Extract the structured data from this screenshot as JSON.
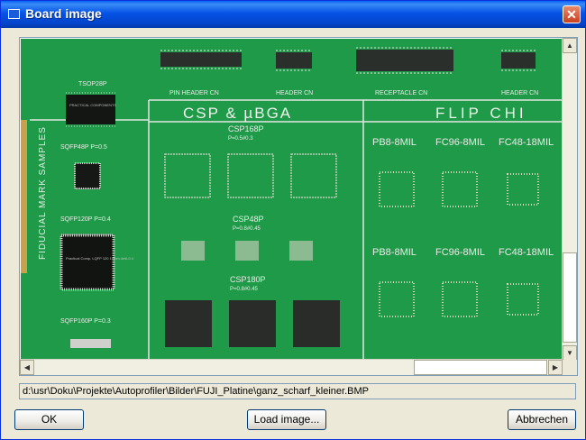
{
  "window": {
    "title": "Board image"
  },
  "board": {
    "top_labels": [
      "PIN HEADER CN",
      "HEADER CN",
      "RECEPTACLE CN",
      "HEADER CN"
    ],
    "left_labels": [
      "TSOP28P",
      "SQFP48P P=0.5",
      "SQFP120P P=0.4",
      "SQFP160P P=0.3"
    ],
    "side_label": "FIDUCIAL MARK SAMPLES",
    "chip_text": {
      "tsop": "PRACTICAL COMPONENTS",
      "qfp": "Practical Comp. LQFP 120 14mm.4mil-0.4"
    },
    "section1": {
      "title": "CSP & µBGA",
      "groups": [
        {
          "name": "CSP168P",
          "pitch": "P=0.5#0.3"
        },
        {
          "name": "CSP48P",
          "pitch": "P=0.8#0.45"
        },
        {
          "name": "CSP180P",
          "pitch": "P=0.8#0.45"
        }
      ]
    },
    "section2": {
      "title": "FLIP CHI",
      "labels": [
        "PB8-8MIL",
        "FC96-8MIL",
        "FC48-18MIL",
        "PB8-8MIL",
        "FC96-8MIL",
        "FC48-18MIL"
      ]
    }
  },
  "path": "d:\\usr\\Doku\\Projekte\\Autoprofiler\\Bilder\\FUJI_Platine\\ganz_scharf_kleiner.BMP",
  "buttons": {
    "ok": "OK",
    "load": "Load image...",
    "cancel": "Abbrechen"
  }
}
